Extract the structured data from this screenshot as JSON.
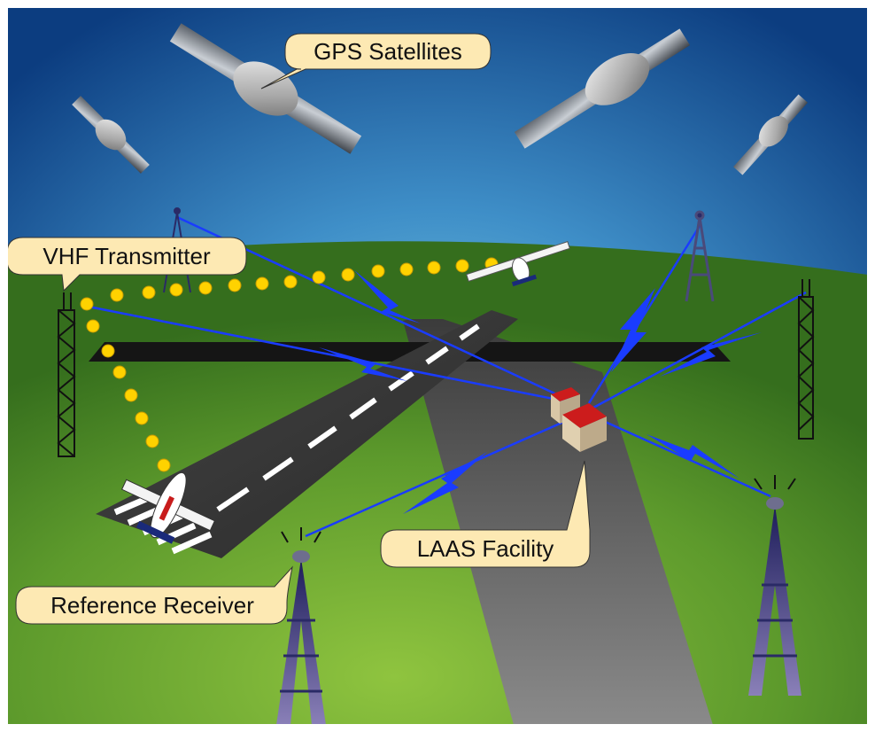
{
  "callouts": {
    "gps_satellites": "GPS Satellites",
    "vhf_transmitter": "VHF Transmitter",
    "laas_facility": "LAAS Facility",
    "reference_receiver": "Reference Receiver"
  },
  "colors": {
    "sky_top": "#0c3d80",
    "sky_center": "#75c4dd",
    "grass": "#3f7d23",
    "grass_light": "#7fb53a",
    "runway": "#2b2b2b",
    "taxiway": "#6f6f6f",
    "signal": "#1a3cff",
    "dots": "#ffd200",
    "callout_fill": "#fde9b3",
    "tower": "#2a2a66",
    "facility_roof": "#cc1c1c"
  },
  "icons": {
    "satellite": "satellite-icon",
    "tower": "antenna-tower-icon",
    "aircraft": "airplane-icon",
    "facility": "building-icon"
  }
}
